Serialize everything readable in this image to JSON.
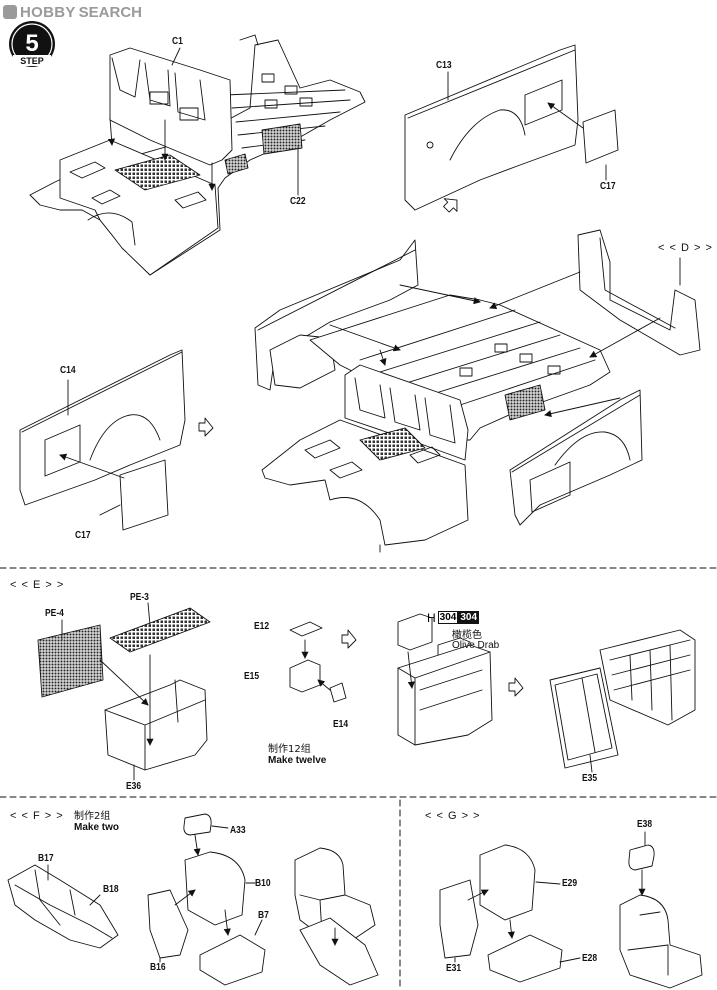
{
  "watermark": {
    "brand": "HOBBY",
    "suffix": "SEARCH"
  },
  "step": {
    "number": "5",
    "label": "STEP"
  },
  "main_parts": [
    "C1",
    "C13",
    "C22",
    "C17",
    "C14",
    "C17"
  ],
  "callout_d": "< < D > >",
  "section_e": {
    "title": "< < E > >",
    "parts": [
      "PE-4",
      "PE-3",
      "E36",
      "E12",
      "E15",
      "E14",
      "E35"
    ],
    "make_cn": "制作12组",
    "make_en": "Make twelve",
    "paint": {
      "prefix": "H",
      "code1": "304",
      "code2": "304",
      "name_cn": "橄榄色",
      "name_en": "Olive Drab"
    }
  },
  "section_f": {
    "title": "< < F > >",
    "make_cn": "制作2组",
    "make_en": "Make two",
    "parts": [
      "A33",
      "B17",
      "B18",
      "B10",
      "B7",
      "B16"
    ]
  },
  "section_g": {
    "title": "< < G > >",
    "parts": [
      "E38",
      "E29",
      "E31",
      "E28"
    ]
  },
  "colors": {
    "line": "#111111",
    "watermark": "#9a9a9a",
    "badge": "#111111"
  }
}
